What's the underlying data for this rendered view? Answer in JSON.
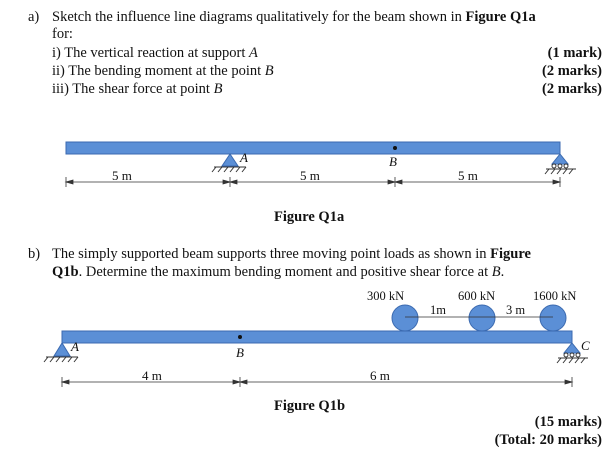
{
  "part_a": {
    "letter": "a)",
    "intro": "Sketch the influence line diagrams qualitatively for the beam shown in",
    "figure_ref": "Figure Q1a",
    "intro_end": "for:",
    "items": [
      {
        "text_pre": "i) The vertical reaction at support ",
        "var": "A",
        "marks": "(1 mark)"
      },
      {
        "text_pre": "ii) The bending moment at the point ",
        "var": "B",
        "marks": "(2 marks)"
      },
      {
        "text_pre": "iii) The shear force at point ",
        "var": "B",
        "marks": "(2 marks)"
      }
    ],
    "figure": {
      "caption": "Figure Q1a",
      "support_a_label": "A",
      "point_b_label": "B",
      "dims": [
        "5 m",
        "5 m",
        "5 m"
      ]
    }
  },
  "part_b": {
    "letter": "b)",
    "line1_pre": "The simply supported beam supports three moving point loads as shown in",
    "figure_ref": "Figure",
    "line2_ref": "Q1b",
    "line2_text": ". Determine the maximum bending moment and positive shear force at",
    "line2_var": "B",
    "line2_end": ".",
    "figure": {
      "caption": "Figure Q1b",
      "loads": [
        "300 kN",
        "600 kN",
        "1600 kN"
      ],
      "spacings": [
        "1m",
        "3 m"
      ],
      "support_a_label": "A",
      "point_b_label": "B",
      "support_c_label": "C",
      "dims": [
        "4 m",
        "6 m"
      ]
    },
    "marks": "(15 marks)",
    "total": "(Total: 20 marks)"
  },
  "colors": {
    "beam": "#5b8fd6",
    "beam_edge": "#3b6ab0",
    "load_circle": "#5b8fd6",
    "text": "#111111"
  }
}
